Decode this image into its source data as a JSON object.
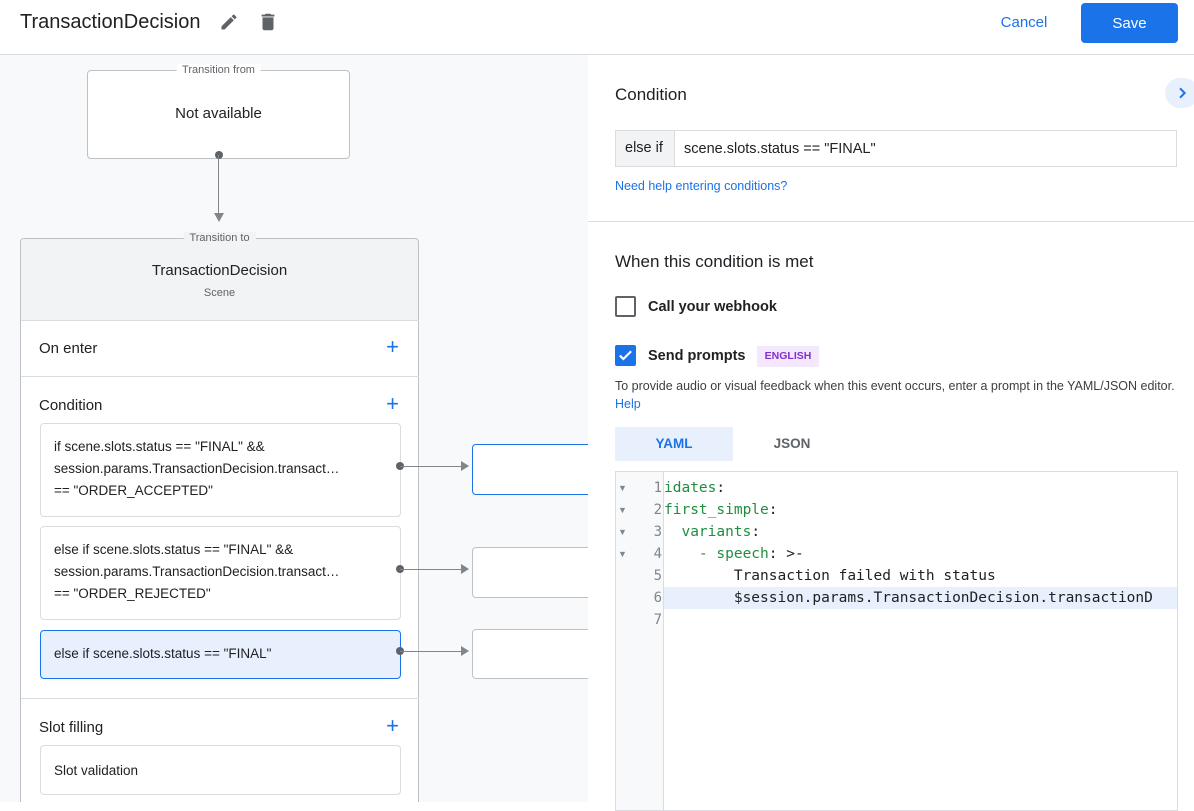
{
  "header": {
    "title": "TransactionDecision",
    "cancel_label": "Cancel",
    "save_label": "Save"
  },
  "colors": {
    "accent": "#1a73e8",
    "selected_bg": "#e8f0fe",
    "badge_bg": "#f3e8fd",
    "badge_text": "#8430ce"
  },
  "canvas": {
    "transition_from": {
      "label": "Transition from",
      "value": "Not available"
    },
    "scene": {
      "label": "Transition to",
      "name": "TransactionDecision",
      "type": "Scene",
      "on_enter": "On enter",
      "condition": "Condition",
      "slot_filling": "Slot filling",
      "slot_validation": "Slot validation",
      "conditions": [
        {
          "lines": [
            "if scene.slots.status == \"FINAL\" &&",
            "session.params.TransactionDecision.transact…",
            "== \"ORDER_ACCEPTED\""
          ]
        },
        {
          "lines": [
            "else if scene.slots.status == \"FINAL\" &&",
            "session.params.TransactionDecision.transact…",
            "== \"ORDER_REJECTED\""
          ]
        },
        {
          "lines": [
            "else if scene.slots.status == \"FINAL\""
          ]
        }
      ]
    }
  },
  "panel": {
    "condition_heading": "Condition",
    "prefix": "else if",
    "condition_value": "scene.slots.status == \"FINAL\"",
    "help_link": "Need help entering conditions?",
    "met_heading": "When this condition is met",
    "webhook_label": "Call your webhook",
    "webhook_checked": false,
    "prompts_label": "Send prompts",
    "prompts_checked": true,
    "badge": "ENGLISH",
    "description": "To provide audio or visual feedback when this event occurs, enter a prompt in the YAML/JSON editor.",
    "help": "Help",
    "tabs": [
      {
        "label": "YAML",
        "selected": true
      },
      {
        "label": "JSON",
        "selected": false
      }
    ],
    "editor": {
      "line_numbers": [
        "1",
        "2",
        "3",
        "4",
        "5",
        "6",
        "7"
      ],
      "active_line": 6,
      "lines": [
        [
          "idates",
          ":"
        ],
        [
          "first_simple",
          ":"
        ],
        [
          "  variants",
          ":"
        ],
        [
          "    - speech",
          ": >-"
        ],
        [
          "        Transaction failed with status",
          ""
        ],
        [
          "        $session.params.TransactionDecision.transactionD",
          ""
        ],
        [
          "",
          ""
        ]
      ]
    }
  }
}
